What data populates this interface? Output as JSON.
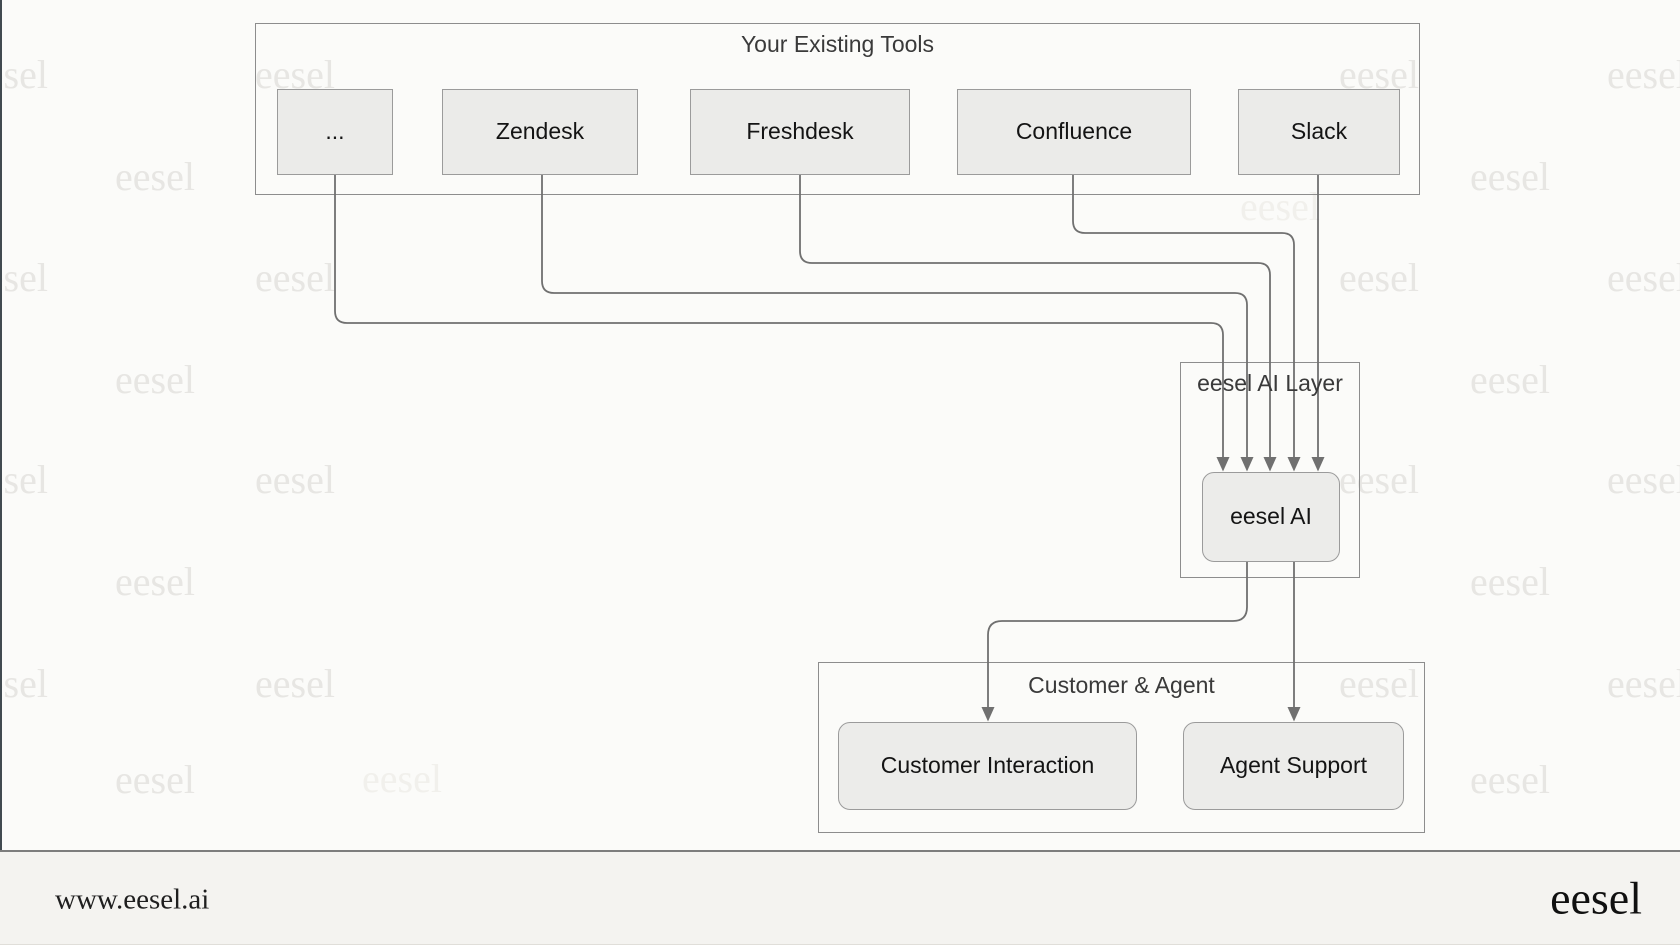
{
  "watermark": {
    "text": "eesel"
  },
  "diagram": {
    "tools": {
      "title": "Your Existing Tools",
      "boxes": [
        {
          "label": "..."
        },
        {
          "label": "Zendesk"
        },
        {
          "label": "Freshdesk"
        },
        {
          "label": "Confluence"
        },
        {
          "label": "Slack"
        }
      ]
    },
    "ai_layer": {
      "title": "eesel AI Layer",
      "node": {
        "label": "eesel AI"
      }
    },
    "outputs": {
      "title": "Customer & Agent",
      "boxes": [
        {
          "label": "Customer Interaction"
        },
        {
          "label": "Agent Support"
        }
      ]
    },
    "edges": [
      {
        "from": "...",
        "to": "eesel AI"
      },
      {
        "from": "Zendesk",
        "to": "eesel AI"
      },
      {
        "from": "Freshdesk",
        "to": "eesel AI"
      },
      {
        "from": "Confluence",
        "to": "eesel AI"
      },
      {
        "from": "Slack",
        "to": "eesel AI"
      },
      {
        "from": "eesel AI",
        "to": "Customer Interaction"
      },
      {
        "from": "eesel AI",
        "to": "Agent Support"
      }
    ]
  },
  "footer": {
    "url": "www.eesel.ai",
    "logo": "eesel"
  },
  "colors": {
    "page_bg": "#fbfbf9",
    "footer_bg": "#f4f3f0",
    "box_fill": "#ebebe9",
    "box_border": "#9b9b9b",
    "frame_border": "#8d8d8d",
    "connector": "#707070",
    "watermark": "#e7e6e3",
    "left_edge": "#414a50"
  }
}
